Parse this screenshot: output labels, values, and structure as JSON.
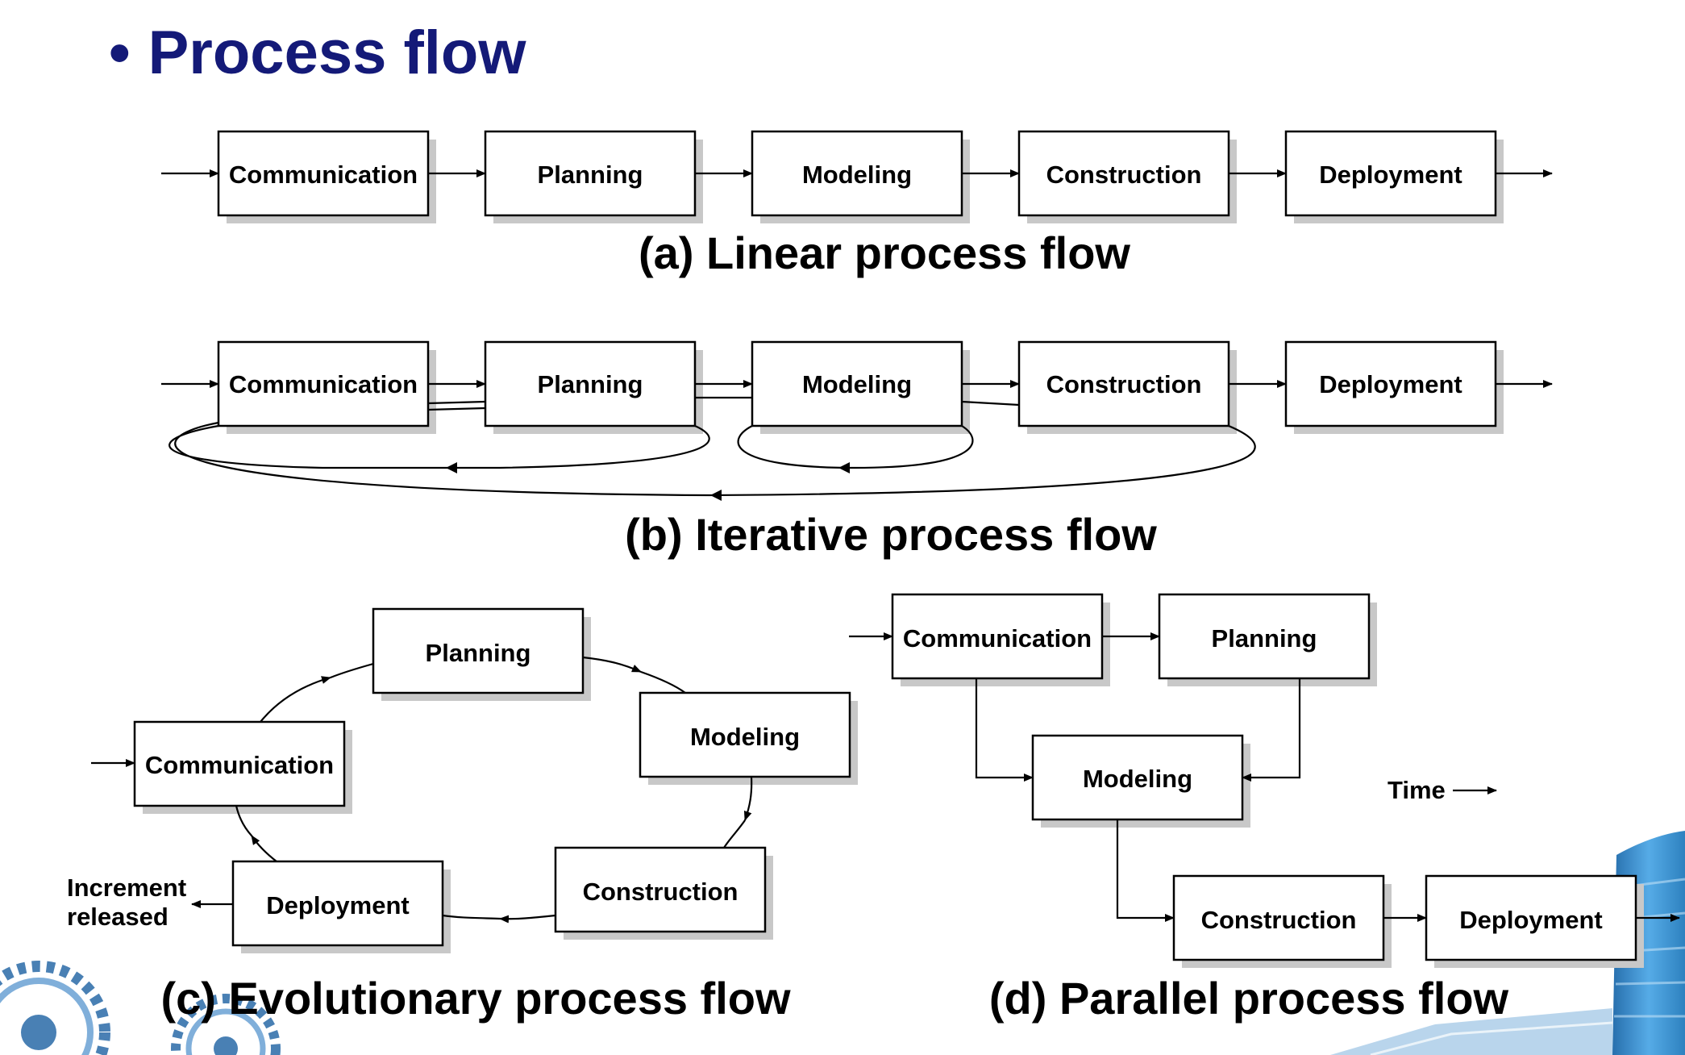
{
  "title": "Process flow",
  "steps": {
    "communication": "Communication",
    "planning": "Planning",
    "modeling": "Modeling",
    "construction": "Construction",
    "deployment": "Deployment"
  },
  "captions": {
    "linear": "(a) Linear process flow",
    "iterative": "(b) Iterative process flow",
    "evolutionary": "(c) Evolutionary process flow",
    "parallel": "(d) Parallel process flow"
  },
  "increment_line1": "Increment",
  "increment_line2": "released",
  "time_label": "Time",
  "colors": {
    "title": "#141a78",
    "box_shadow": "#c8c8c8",
    "gear": "#2a6aa8",
    "building": "#1d7fc4"
  }
}
